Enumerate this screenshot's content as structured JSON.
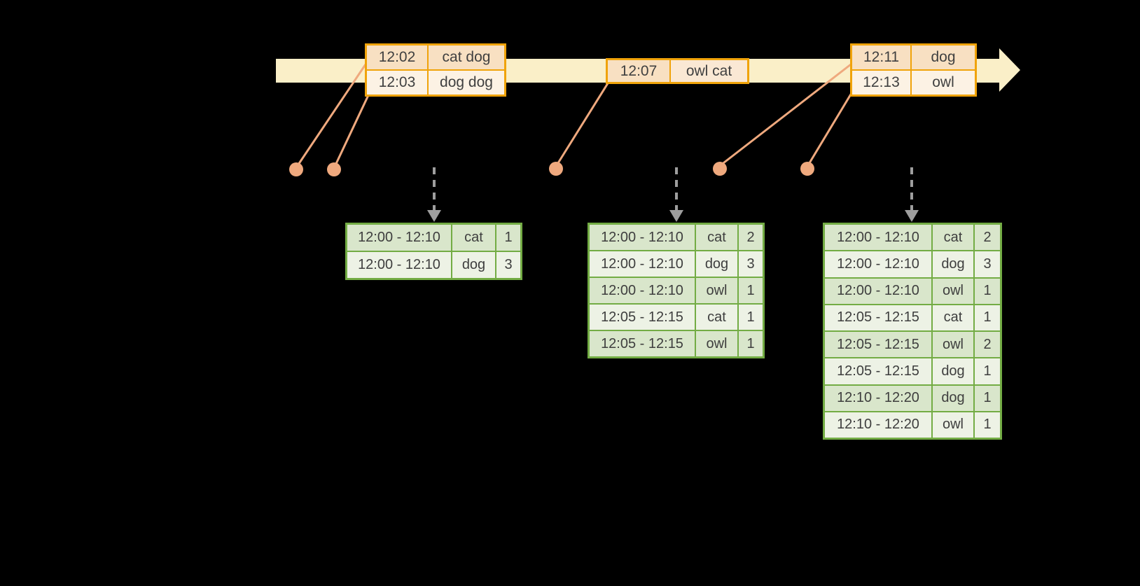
{
  "colors": {
    "background": "#000000",
    "timeline_band": "#FAEFC8",
    "event_border": "#F0A30A",
    "event_fill_dark": "#F8E0C2",
    "event_fill_mid": "#FAE8D4",
    "event_fill_light": "#FCF2E4",
    "event_text": "#404040",
    "connector": "#EFA97E",
    "trigger_arrow": "#9E9E9E",
    "result_border": "#73AC44",
    "result_fill_dark": "#D9E6CB",
    "result_fill_light": "#EDF2E5",
    "result_text": "#3E3E3E"
  },
  "timeline": {
    "events": [
      {
        "id": "event-1202",
        "rows": [
          {
            "time": "12:02",
            "words": "cat dog"
          },
          {
            "time": "12:03",
            "words": "dog dog"
          }
        ]
      },
      {
        "id": "event-1207",
        "rows": [
          {
            "time": "12:07",
            "words": "owl cat"
          }
        ]
      },
      {
        "id": "event-1211",
        "rows": [
          {
            "time": "12:11",
            "words": "dog"
          },
          {
            "time": "12:13",
            "words": "owl"
          }
        ]
      }
    ]
  },
  "result_tables": [
    {
      "id": "result-1",
      "rows": [
        {
          "window": "12:00 - 12:10",
          "word": "cat",
          "count": "1"
        },
        {
          "window": "12:00 - 12:10",
          "word": "dog",
          "count": "3"
        }
      ]
    },
    {
      "id": "result-2",
      "rows": [
        {
          "window": "12:00 - 12:10",
          "word": "cat",
          "count": "2"
        },
        {
          "window": "12:00 - 12:10",
          "word": "dog",
          "count": "3"
        },
        {
          "window": "12:00 - 12:10",
          "word": "owl",
          "count": "1"
        },
        {
          "window": "12:05 - 12:15",
          "word": "cat",
          "count": "1"
        },
        {
          "window": "12:05 - 12:15",
          "word": "owl",
          "count": "1"
        }
      ]
    },
    {
      "id": "result-3",
      "rows": [
        {
          "window": "12:00 - 12:10",
          "word": "cat",
          "count": "2"
        },
        {
          "window": "12:00 - 12:10",
          "word": "dog",
          "count": "3"
        },
        {
          "window": "12:00 - 12:10",
          "word": "owl",
          "count": "1"
        },
        {
          "window": "12:05 - 12:15",
          "word": "cat",
          "count": "1"
        },
        {
          "window": "12:05 - 12:15",
          "word": "owl",
          "count": "2"
        },
        {
          "window": "12:05 - 12:15",
          "word": "dog",
          "count": "1"
        },
        {
          "window": "12:10 - 12:20",
          "word": "dog",
          "count": "1"
        },
        {
          "window": "12:10 - 12:20",
          "word": "owl",
          "count": "1"
        }
      ]
    }
  ]
}
